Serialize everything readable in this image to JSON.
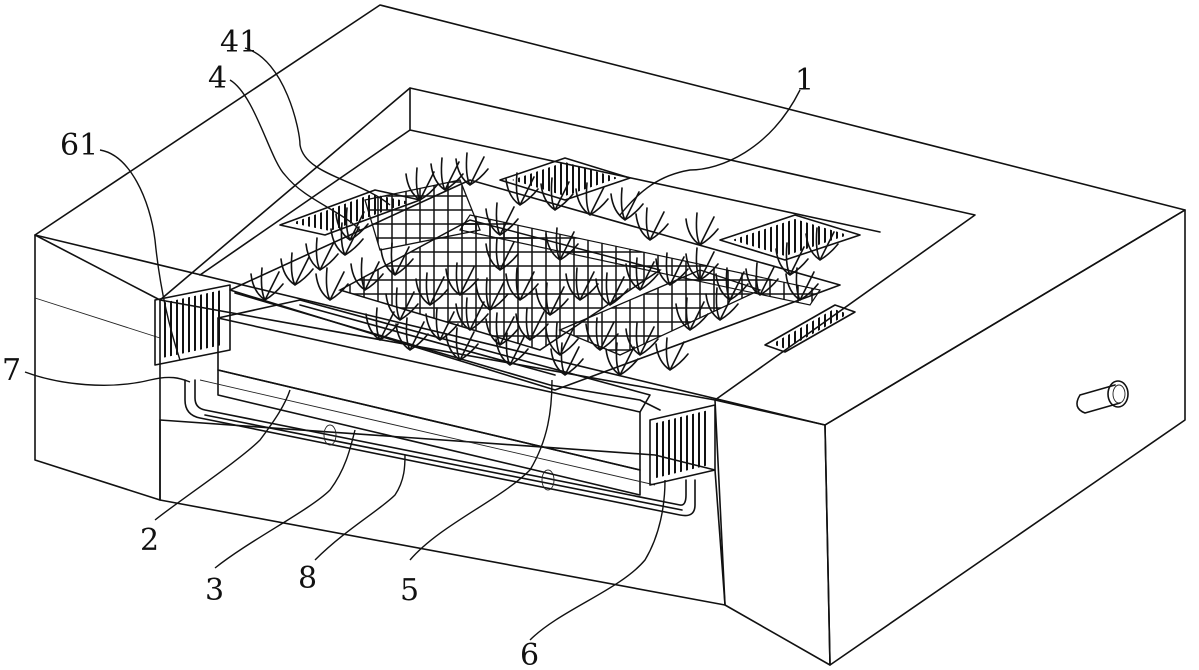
{
  "callouts": {
    "c1": "1",
    "c2": "2",
    "c3": "3",
    "c4": "4",
    "c41": "41",
    "c5": "5",
    "c6": "6",
    "c61": "61",
    "c7": "7",
    "c8": "8"
  },
  "colors": {
    "line": "#111111",
    "background": "#ffffff"
  }
}
